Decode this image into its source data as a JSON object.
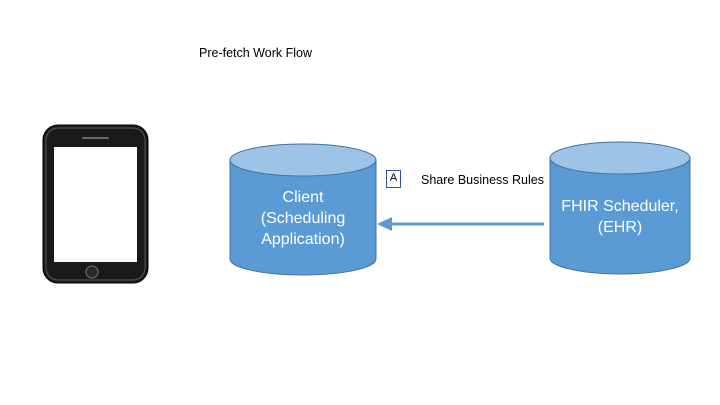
{
  "title": "Pre-fetch Work Flow",
  "nodes": {
    "client": {
      "label_lines": [
        "Client",
        "(Scheduling",
        "Application)"
      ]
    },
    "ehr": {
      "label_lines": [
        "FHIR Scheduler,",
        "(EHR)"
      ]
    }
  },
  "edges": [
    {
      "from": "ehr",
      "to": "client",
      "step": "A",
      "label": "Share Business Rules"
    }
  ],
  "colors": {
    "cylinder_fill": "#5b9bd5",
    "cylinder_top": "#9dc3e6",
    "cylinder_stroke": "#41719c",
    "arrow": "#5b9bd5",
    "badge_border": "#2f5597",
    "phone_body": "#1a1a1a"
  },
  "icons": {
    "device": "smartphone-icon"
  }
}
